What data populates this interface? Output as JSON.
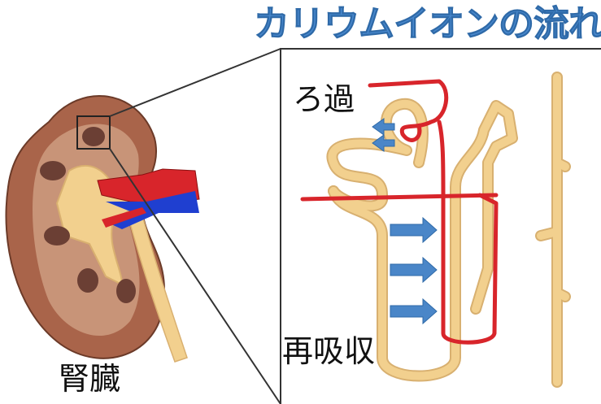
{
  "title": "カリウムイオンの流れ",
  "labels": {
    "filtration": "ろ過",
    "reabsorption": "再吸収",
    "kidney": "腎臓"
  },
  "colors": {
    "title": "#4a8ad0",
    "tubule": "#f2d08e",
    "artery": "#d8252b",
    "vein": "#1f3fd0",
    "arrow": "#4a86c8",
    "kidney": "#a9644a"
  }
}
